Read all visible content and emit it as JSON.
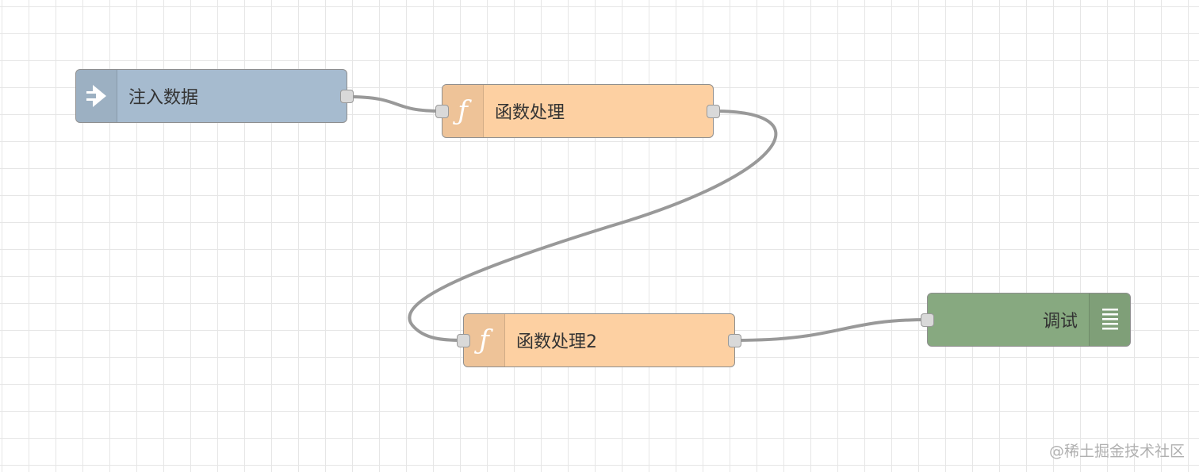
{
  "nodes": {
    "inject": {
      "label": "注入数据",
      "icon": "inject-arrow-icon",
      "color": "#a6bbcf"
    },
    "function1": {
      "label": "函数处理",
      "icon": "function-icon",
      "color": "#fdd0a2"
    },
    "function2": {
      "label": "函数处理2",
      "icon": "function-icon",
      "color": "#fdd0a2"
    },
    "debug": {
      "label": "调试",
      "icon": "debug-list-icon",
      "color": "#87a980"
    }
  },
  "watermark": "@稀土掘金技术社区",
  "colors": {
    "wire": "#999999",
    "grid": "#e6e6e6",
    "canvas": "#ffffff"
  }
}
